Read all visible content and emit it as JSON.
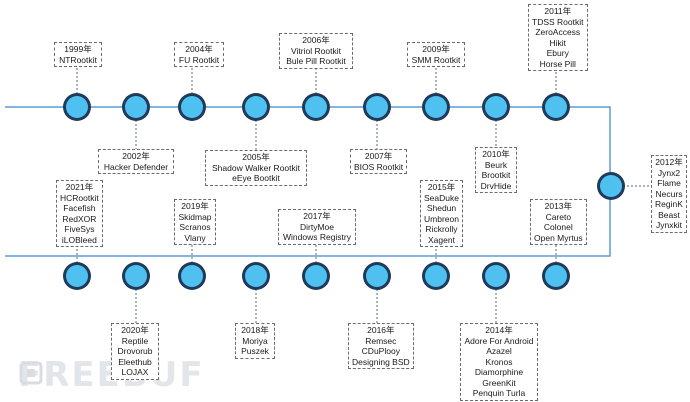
{
  "colors": {
    "line": "#5b9bd5",
    "node_fill": "#4fc1f0",
    "node_ring": "#1f3a5a",
    "connector": "#5a6a7a"
  },
  "watermark": "FREEBUF",
  "milestones": [
    {
      "lines": [
        "1999年",
        "NTRootkit"
      ]
    },
    {
      "lines": [
        "2002年",
        "Hacker Defender"
      ]
    },
    {
      "lines": [
        "2004年",
        "FU Rootkit"
      ]
    },
    {
      "lines": [
        "2005年",
        "Shadow Walker Rootkit",
        "eEye Bootkit"
      ]
    },
    {
      "lines": [
        "2006年",
        "Vitriol Rootkit",
        "Bule Pill Rootkit"
      ]
    },
    {
      "lines": [
        "2007年",
        "BIOS Rootkit"
      ]
    },
    {
      "lines": [
        "2009年",
        "SMM Rootkit"
      ]
    },
    {
      "lines": [
        "2010年",
        "Beurk",
        "Brootkit",
        "DrvHide"
      ]
    },
    {
      "lines": [
        "2011年",
        "TDSS Rootkit",
        "ZeroAccess",
        "Hikit",
        "Ebury",
        "Horse Pill"
      ]
    },
    {
      "lines": [
        "2012年",
        "Jynx2",
        "Flame",
        "Necurs",
        "ReginK",
        "Beast",
        "Jynxkit"
      ]
    },
    {
      "lines": [
        "2013年",
        "Careto",
        "Colonel",
        "Open Myrtus"
      ]
    },
    {
      "lines": [
        "2014年",
        "Adore For Android",
        "Azazel",
        "Kronos",
        "Diamorphine",
        "GreenKit",
        "Penquin Turla"
      ]
    },
    {
      "lines": [
        "2015年",
        "SeaDuke",
        "Shedun",
        "Umbreon",
        "Rickrolly",
        "Xagent"
      ]
    },
    {
      "lines": [
        "2016年",
        "Remsec",
        "CDuPlooy",
        "Designing BSD"
      ]
    },
    {
      "lines": [
        "2017年",
        "DirtyMoe",
        "Windows Registry"
      ]
    },
    {
      "lines": [
        "2018年",
        "Moriya",
        "Puszek"
      ]
    },
    {
      "lines": [
        "2019年",
        "Skidmap",
        "Scranos",
        "Vlany"
      ]
    },
    {
      "lines": [
        "2020年",
        "Reptile",
        "Drovorub",
        "Eleethub",
        "LOJAX"
      ]
    },
    {
      "lines": [
        "2021年",
        "HCRootkit",
        "Facefish",
        "RedXOR",
        "FiveSys",
        "iLOBleed"
      ]
    }
  ]
}
